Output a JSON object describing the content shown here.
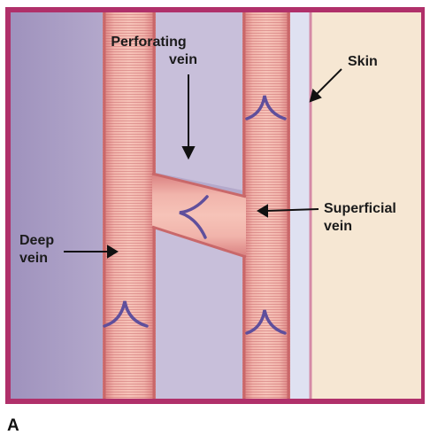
{
  "labels": {
    "perforating_vein_line1": "Perforating",
    "perforating_vein_line2": "vein",
    "skin": "Skin",
    "superficial_vein_line1": "Superficial",
    "superficial_vein_line2": "vein",
    "deep_vein_line1": "Deep",
    "deep_vein_line2": "vein",
    "panel_letter": "A"
  },
  "colors": {
    "frame": "#b0306a",
    "deep_tissue": "#ab9fc4",
    "middle_tissue": "#c6bcd8",
    "skin_fill": "#f6e7d3",
    "skin_line": "#d48aa6",
    "fascia_band": "#dde0f0",
    "vein_fill": "#eeaaa3",
    "vein_edge": "#c9686a",
    "valve": "#5f4f9c",
    "leader_line": "#111111"
  }
}
